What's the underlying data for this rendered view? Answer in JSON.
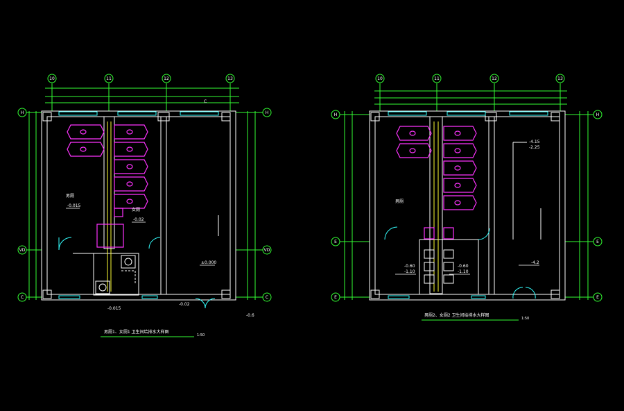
{
  "colors": {
    "background": "#000000",
    "wall": "#ffffff",
    "dimension": "#33ff33",
    "fixture": "#ff33ff",
    "pipe": "#ffff33",
    "door": "#33ffff",
    "axis": "#33ff33"
  },
  "plan_left": {
    "title": "男厕1、女厕1 卫生间给排水大样图",
    "scale": "1:50",
    "axes_top": [
      "10",
      "11",
      "12",
      "13"
    ],
    "axes_side": [
      "H",
      "VD",
      "C"
    ],
    "section_mark": "C",
    "labels": {
      "room_a": "男厕",
      "room_b": "女厕",
      "elev_a": "-0.015",
      "elev_b": "-0.02",
      "elev_c": "±0.000",
      "elev_d": "-0.015",
      "elev_e": "-0.02",
      "elev_f": "-0.6"
    }
  },
  "plan_right": {
    "title": "男厕2、女厕2 卫生间给排水大样图",
    "scale": "1:50",
    "axes_top": [
      "10",
      "11",
      "12",
      "13"
    ],
    "axes_side": [
      "H",
      "E",
      "E"
    ],
    "labels": {
      "room_a": "男厕",
      "elev_a": "-0.60",
      "elev_b": "-1.10",
      "elev_c": "-0.60",
      "elev_d": "-1.10",
      "elev_e": "-4.15",
      "elev_f": "-2.25",
      "elev_g": "-4.2"
    }
  }
}
